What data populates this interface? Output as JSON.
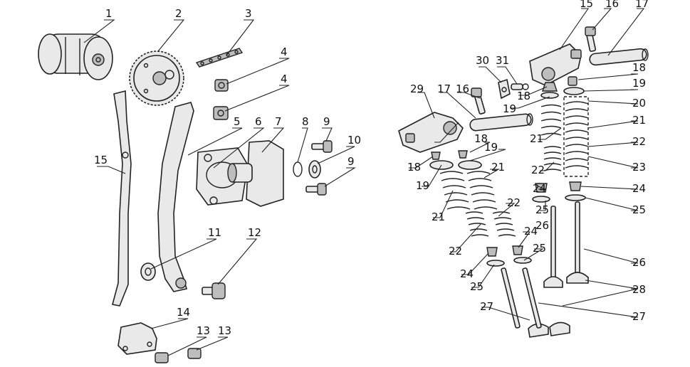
{
  "diagram": {
    "left_group": {
      "callouts": [
        "1",
        "2",
        "3",
        "4",
        "4",
        "5",
        "6",
        "7",
        "8",
        "9",
        "10",
        "9",
        "15",
        "11",
        "12",
        "14",
        "13",
        "13"
      ]
    },
    "right_group": {
      "callouts": [
        "15",
        "16",
        "17",
        "30",
        "31",
        "18",
        "18",
        "19",
        "16",
        "17",
        "29",
        "19",
        "20",
        "21",
        "21",
        "22",
        "23",
        "18",
        "19",
        "18",
        "19",
        "21",
        "22",
        "22",
        "24",
        "24",
        "25",
        "25",
        "21",
        "22",
        "24",
        "26",
        "25",
        "24",
        "26",
        "28",
        "25",
        "27",
        "27"
      ]
    }
  },
  "colors": {
    "line": "#222222",
    "fill": "#e9e9e9",
    "shade": "#bdbdbd"
  }
}
